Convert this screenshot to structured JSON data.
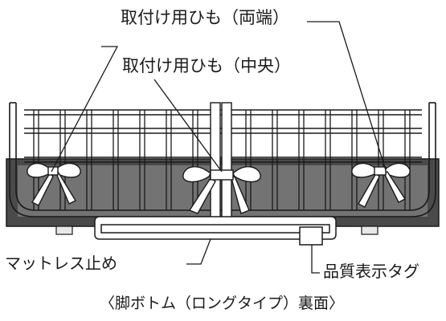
{
  "labels": {
    "strap_ends": "取付け用ひも（両端）",
    "strap_center": "取付け用ひも（中央）",
    "mattress_stopper": "マットレス止め",
    "quality_tag": "品質表示タグ"
  },
  "caption": "〈脚ボトム（ロングタイプ）裏面〉",
  "colors": {
    "line": "#1a1a1a",
    "panel": "#6e6e6e",
    "panel_dark": "#4a4a4a",
    "wire_fill": "#ffffff"
  }
}
